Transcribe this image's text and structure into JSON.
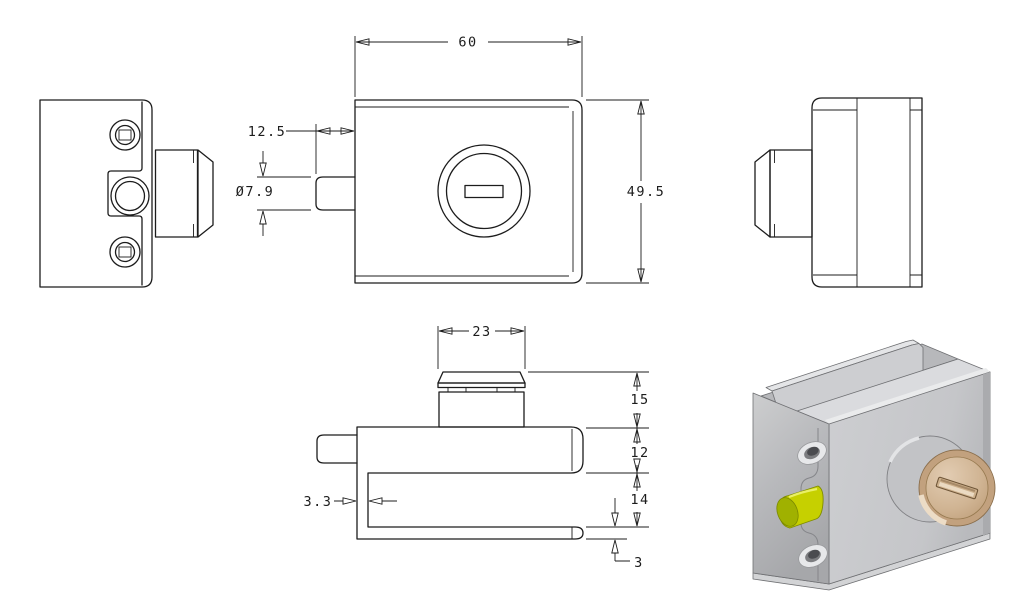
{
  "page": {
    "background": "#ffffff"
  },
  "drawing": {
    "line_color": "#1c1c1c",
    "dims": {
      "front_width": "60",
      "front_height": "49.5",
      "pin_length": "12.5",
      "pin_diameter": "Ø7.9",
      "cyl_width": "23",
      "cyl_height": "15",
      "plate_front": "12",
      "gap": "14",
      "plate_back": "3",
      "wall": "3.3"
    }
  },
  "render": {
    "body_color": "#c9cacd",
    "side_color": "#bcbdc0",
    "top_color": "#dadbde",
    "channel_color": "#b7b8bb",
    "pin_color": "#c6d000",
    "pin_face_color": "#a0b100",
    "cyl_barrel_color": "#c2c3c6",
    "cyl_ring_color": "#c2a17e",
    "cyl_face_color": "#d6bfa1"
  }
}
